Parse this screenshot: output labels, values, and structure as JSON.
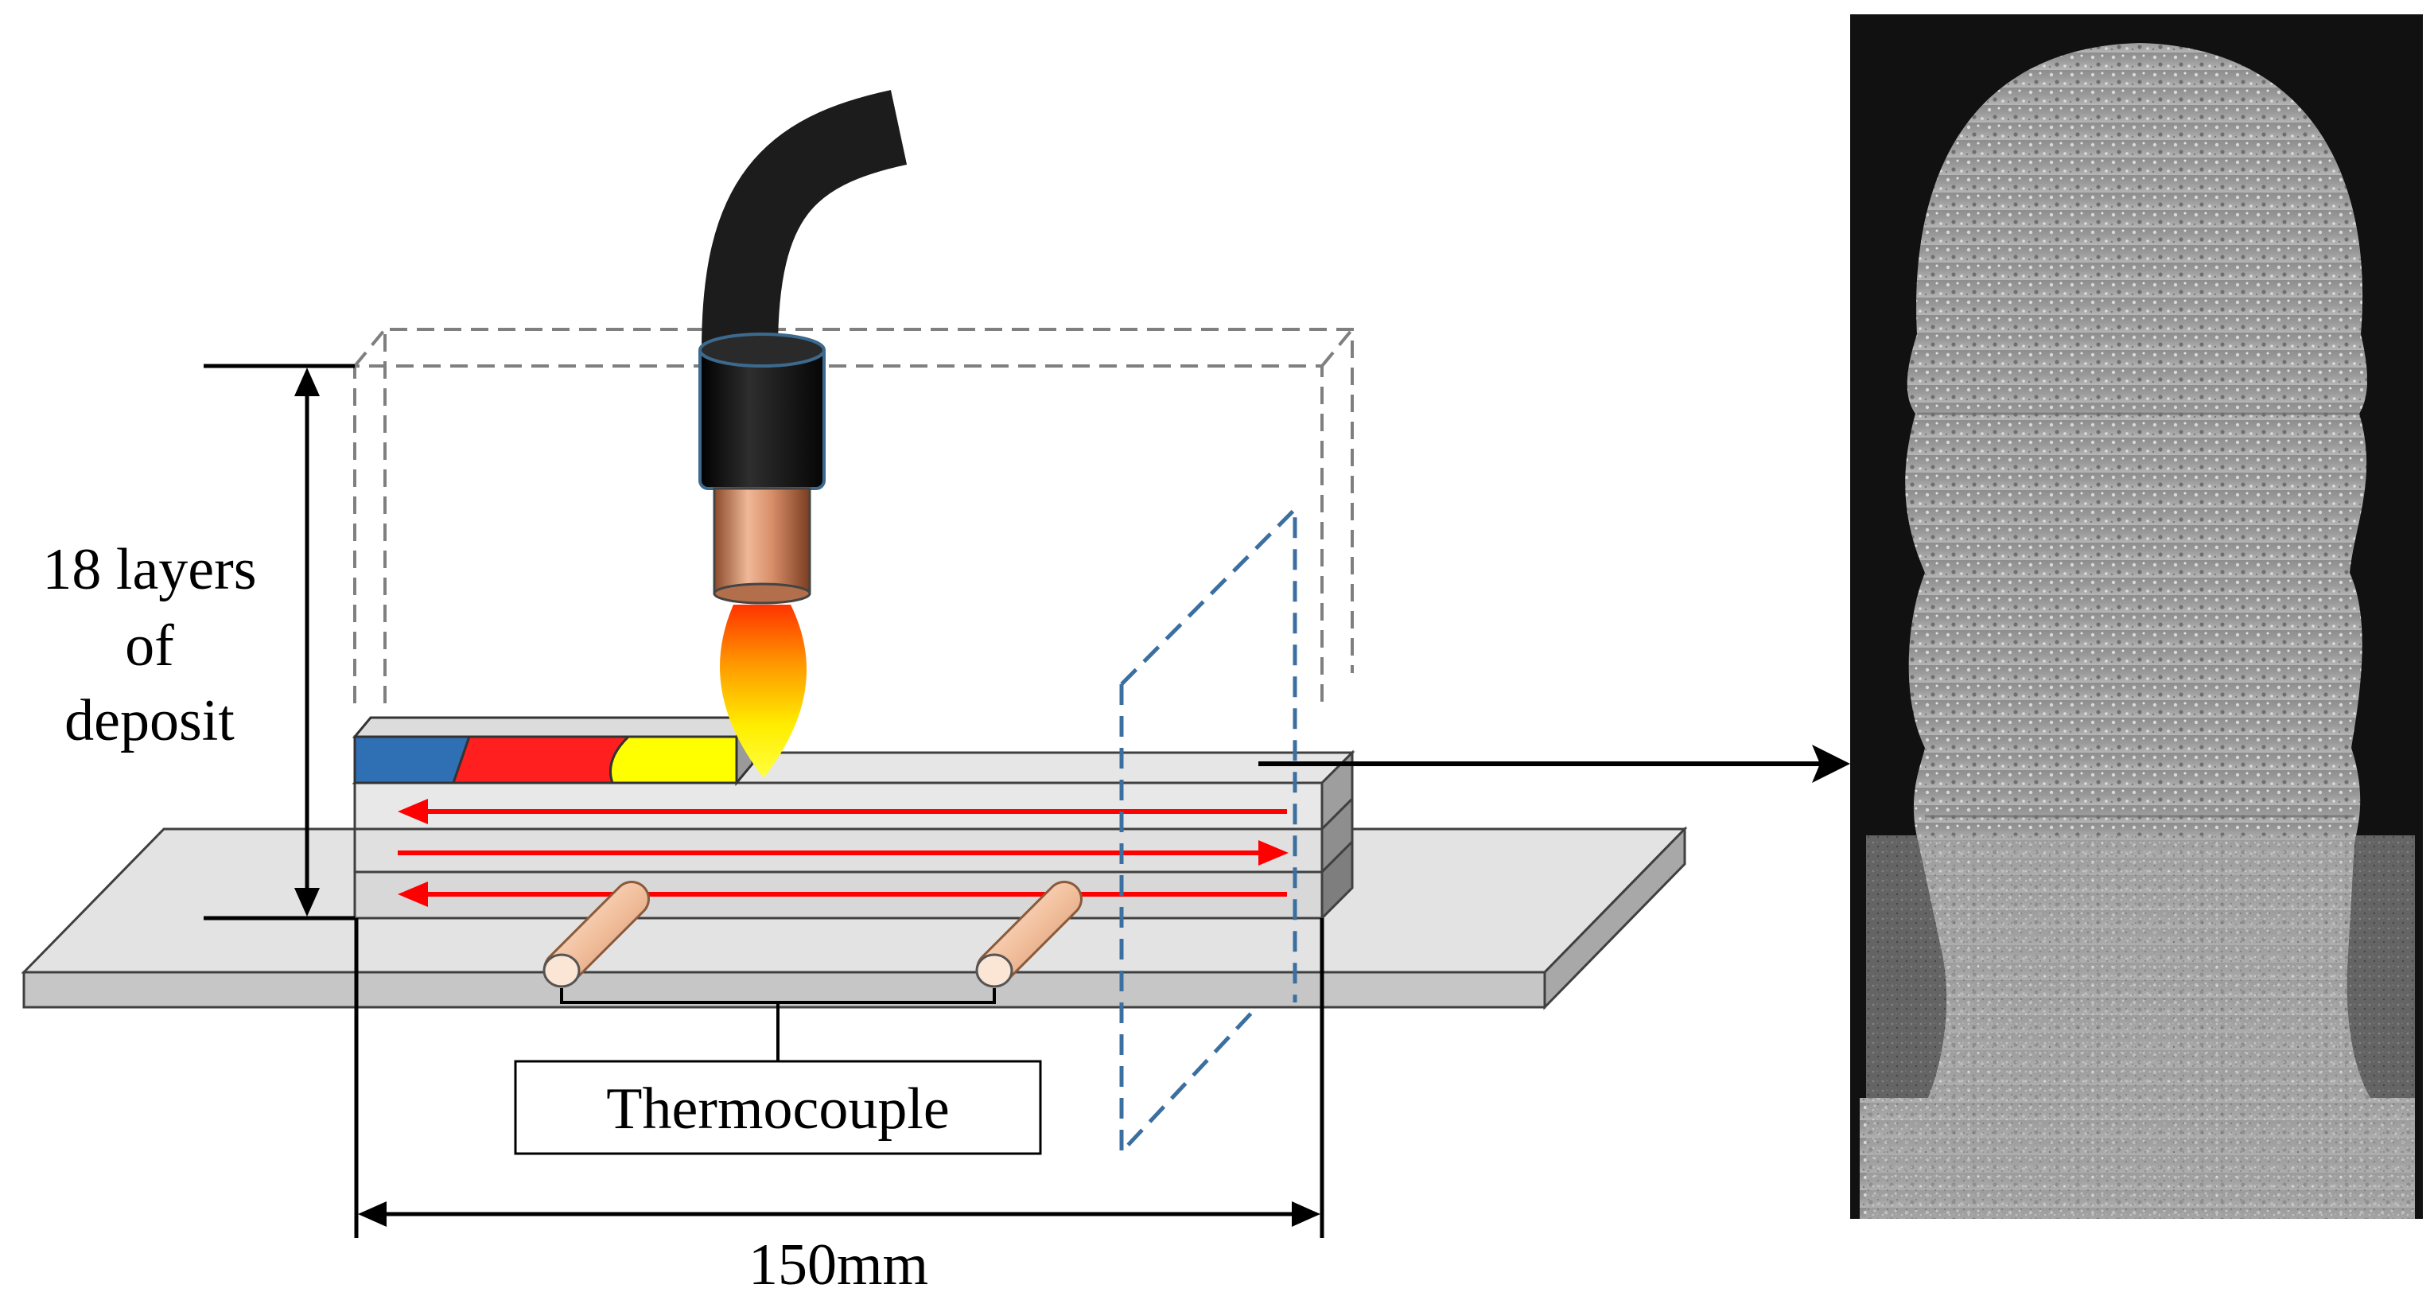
{
  "labels": {
    "layers_line1": "18 layers",
    "layers_line2": "of",
    "layers_line3": "deposit",
    "thermocouple": "Thermocouple",
    "length": "150mm"
  },
  "colors": {
    "substrate": "#d9d9d9",
    "wall": "#c8c8c8",
    "arrow": "#ff0000",
    "layer_blue": "#2f6fb4",
    "layer_red": "#ff1f1f",
    "layer_yellow": "#ffff00",
    "cut_plane": "#3b6fa0",
    "outline_dashed": "#7f7f7f",
    "torch_hose": "#1c1c1c",
    "nozzle": "#c9835d",
    "thermocouple": "#f4c9a8",
    "micrograph_bg": "#111111"
  }
}
